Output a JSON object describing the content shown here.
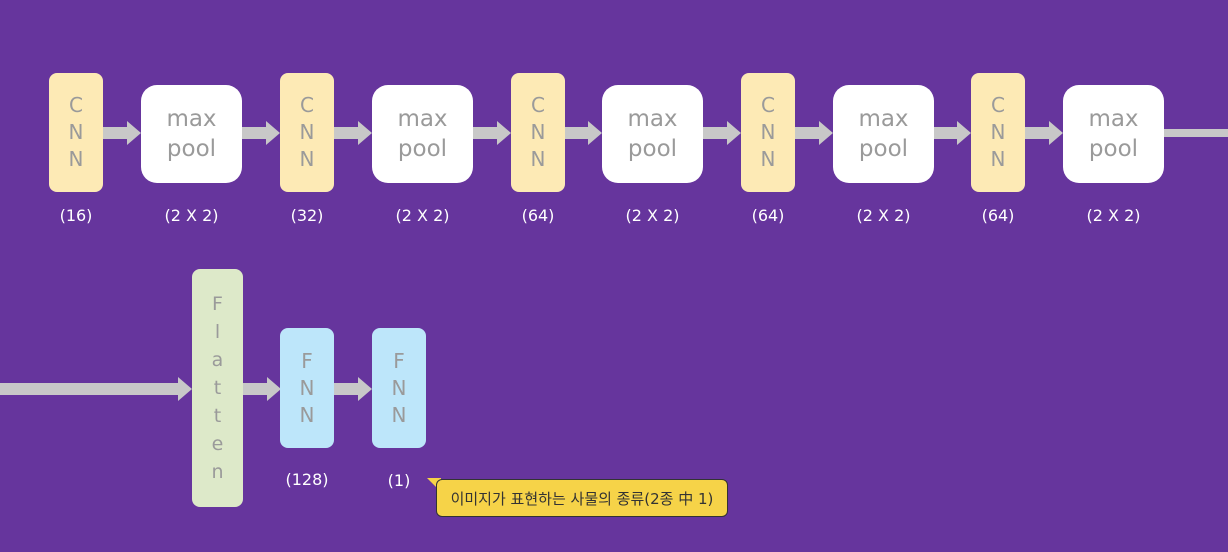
{
  "top_row": [
    {
      "type": "CNN",
      "letters": [
        "C",
        "N",
        "N"
      ],
      "label": "(16)"
    },
    {
      "type": "maxpool",
      "lines": [
        "max",
        "pool"
      ],
      "label": "(2 X 2)"
    },
    {
      "type": "CNN",
      "letters": [
        "C",
        "N",
        "N"
      ],
      "label": "(32)"
    },
    {
      "type": "maxpool",
      "lines": [
        "max",
        "pool"
      ],
      "label": "(2 X 2)"
    },
    {
      "type": "CNN",
      "letters": [
        "C",
        "N",
        "N"
      ],
      "label": "(64)"
    },
    {
      "type": "maxpool",
      "lines": [
        "max",
        "pool"
      ],
      "label": "(2 X 2)"
    },
    {
      "type": "CNN",
      "letters": [
        "C",
        "N",
        "N"
      ],
      "label": "(64)"
    },
    {
      "type": "maxpool",
      "lines": [
        "max",
        "pool"
      ],
      "label": "(2 X 2)"
    },
    {
      "type": "CNN",
      "letters": [
        "C",
        "N",
        "N"
      ],
      "label": "(64)"
    },
    {
      "type": "maxpool",
      "lines": [
        "max",
        "pool"
      ],
      "label": "(2 X 2)"
    }
  ],
  "flatten": {
    "letters": [
      "F",
      "l",
      "a",
      "t",
      "t",
      "e",
      "n"
    ]
  },
  "fnn": [
    {
      "letters": [
        "F",
        "N",
        "N"
      ],
      "label": "(128)"
    },
    {
      "letters": [
        "F",
        "N",
        "N"
      ],
      "label": "(1)"
    }
  ],
  "callout": "이미지가 표현하는 사물의 종류(2종 中 1)",
  "colors": {
    "background": "#66359d",
    "cnn": "#fdeab5",
    "maxpool": "#ffffff",
    "flatten": "#dde9c9",
    "fnn": "#bde6fa",
    "arrow": "#c8c8c8",
    "callout": "#f6d348"
  }
}
